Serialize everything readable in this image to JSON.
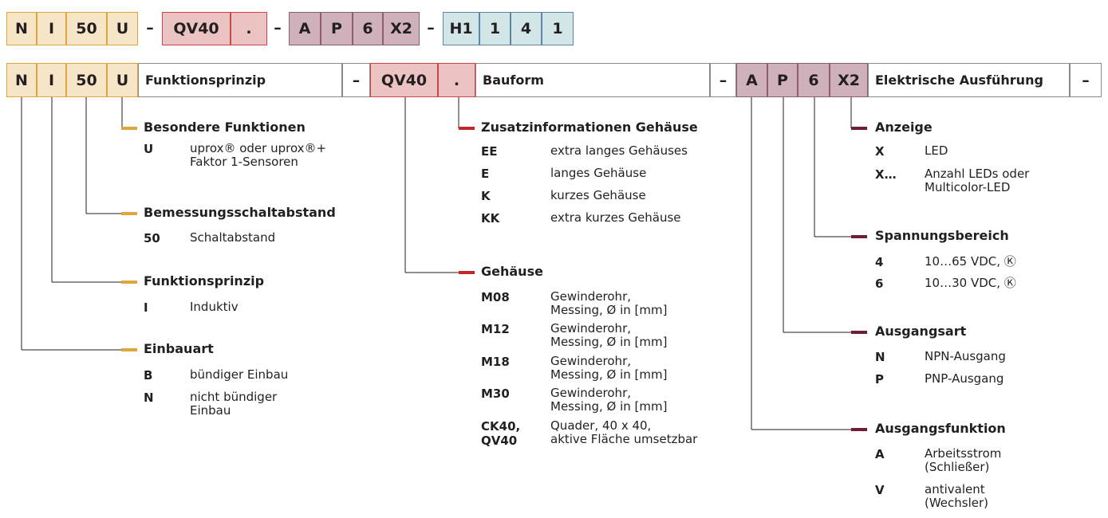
{
  "colors": {
    "yellow_fill": "#f7e5c8",
    "yellow_accent": "#e0a53d",
    "red_fill": "#ecc3c3",
    "red_accent": "#c3272a",
    "purple_fill": "#cfb1bb",
    "purple_accent": "#6e1c38",
    "blue_fill": "#d2e6e7",
    "blue_border": "#5b86a8"
  },
  "top_code": {
    "dash": "–",
    "g1": [
      "N",
      "I",
      "50",
      "U"
    ],
    "g2": [
      "QV40",
      "."
    ],
    "g3": [
      "A",
      "P",
      "6",
      "X2"
    ],
    "g4": [
      "H1",
      "1",
      "4",
      "1"
    ]
  },
  "row2": {
    "dash": "–",
    "group1": {
      "boxes": [
        "N",
        "I",
        "50",
        "U"
      ],
      "label": "Funktionsprinzip"
    },
    "group2": {
      "boxes": [
        "QV40",
        "."
      ],
      "label": "Bauform"
    },
    "group3": {
      "boxes": [
        "A",
        "P",
        "6",
        "X2"
      ],
      "label": "Elektrische Ausführung"
    }
  },
  "sections": {
    "besondere": {
      "heading": "Besondere Funktionen",
      "items": [
        {
          "code": "U",
          "desc": [
            "uprox® oder uprox®+",
            "Faktor 1-Sensoren"
          ]
        }
      ]
    },
    "bemessung": {
      "heading": "Bemessungsschaltabstand",
      "items": [
        {
          "code": "50",
          "desc": [
            "Schaltabstand"
          ]
        }
      ]
    },
    "funktionsprinzip": {
      "heading": "Funktionsprinzip",
      "items": [
        {
          "code": "I",
          "desc": [
            "Induktiv"
          ]
        }
      ]
    },
    "einbauart": {
      "heading": "Einbauart",
      "items": [
        {
          "code": "B",
          "desc": [
            "bündiger Einbau"
          ]
        },
        {
          "code": "N",
          "desc": [
            "nicht bündiger",
            "Einbau"
          ]
        }
      ]
    },
    "zusatz": {
      "heading": "Zusatzinformationen Gehäuse",
      "items": [
        {
          "code": "EE",
          "desc": [
            "extra langes Gehäuses"
          ]
        },
        {
          "code": "E",
          "desc": [
            "langes Gehäuse"
          ]
        },
        {
          "code": "K",
          "desc": [
            "kurzes Gehäuse"
          ]
        },
        {
          "code": "KK",
          "desc": [
            "extra kurzes Gehäuse"
          ]
        }
      ]
    },
    "gehaeuse": {
      "heading": "Gehäuse",
      "items": [
        {
          "code": "M08",
          "desc": [
            "Gewinderohr,",
            "Messing, Ø in [mm]"
          ]
        },
        {
          "code": "M12",
          "desc": [
            "Gewinderohr,",
            "Messing, Ø in [mm]"
          ]
        },
        {
          "code": "M18",
          "desc": [
            "Gewinderohr,",
            "Messing, Ø in [mm]"
          ]
        },
        {
          "code": "M30",
          "desc": [
            "Gewinderohr,",
            "Messing, Ø in [mm]"
          ]
        },
        {
          "code": "CK40,\nQV40",
          "desc": [
            "Quader, 40 x 40,",
            "aktive Fläche umsetzbar"
          ]
        }
      ]
    },
    "anzeige": {
      "heading": "Anzeige",
      "items": [
        {
          "code": "X",
          "desc": [
            "LED"
          ]
        },
        {
          "code": "X…",
          "desc": [
            "Anzahl LEDs oder",
            "Multicolor-LED"
          ]
        }
      ]
    },
    "spannung": {
      "heading": "Spannungsbereich",
      "items": [
        {
          "code": "4",
          "desc": [
            "10…65 VDC, Ⓚ"
          ]
        },
        {
          "code": "6",
          "desc": [
            "10…30 VDC, Ⓚ"
          ]
        }
      ]
    },
    "ausgangsart": {
      "heading": "Ausgangsart",
      "items": [
        {
          "code": "N",
          "desc": [
            "NPN-Ausgang"
          ]
        },
        {
          "code": "P",
          "desc": [
            "PNP-Ausgang"
          ]
        }
      ]
    },
    "ausgangsfunktion": {
      "heading": "Ausgangsfunktion",
      "items": [
        {
          "code": "A",
          "desc": [
            "Arbeitsstrom",
            "(Schließer)"
          ]
        },
        {
          "code": "V",
          "desc": [
            "antivalent",
            "(Wechsler)"
          ]
        }
      ]
    }
  }
}
